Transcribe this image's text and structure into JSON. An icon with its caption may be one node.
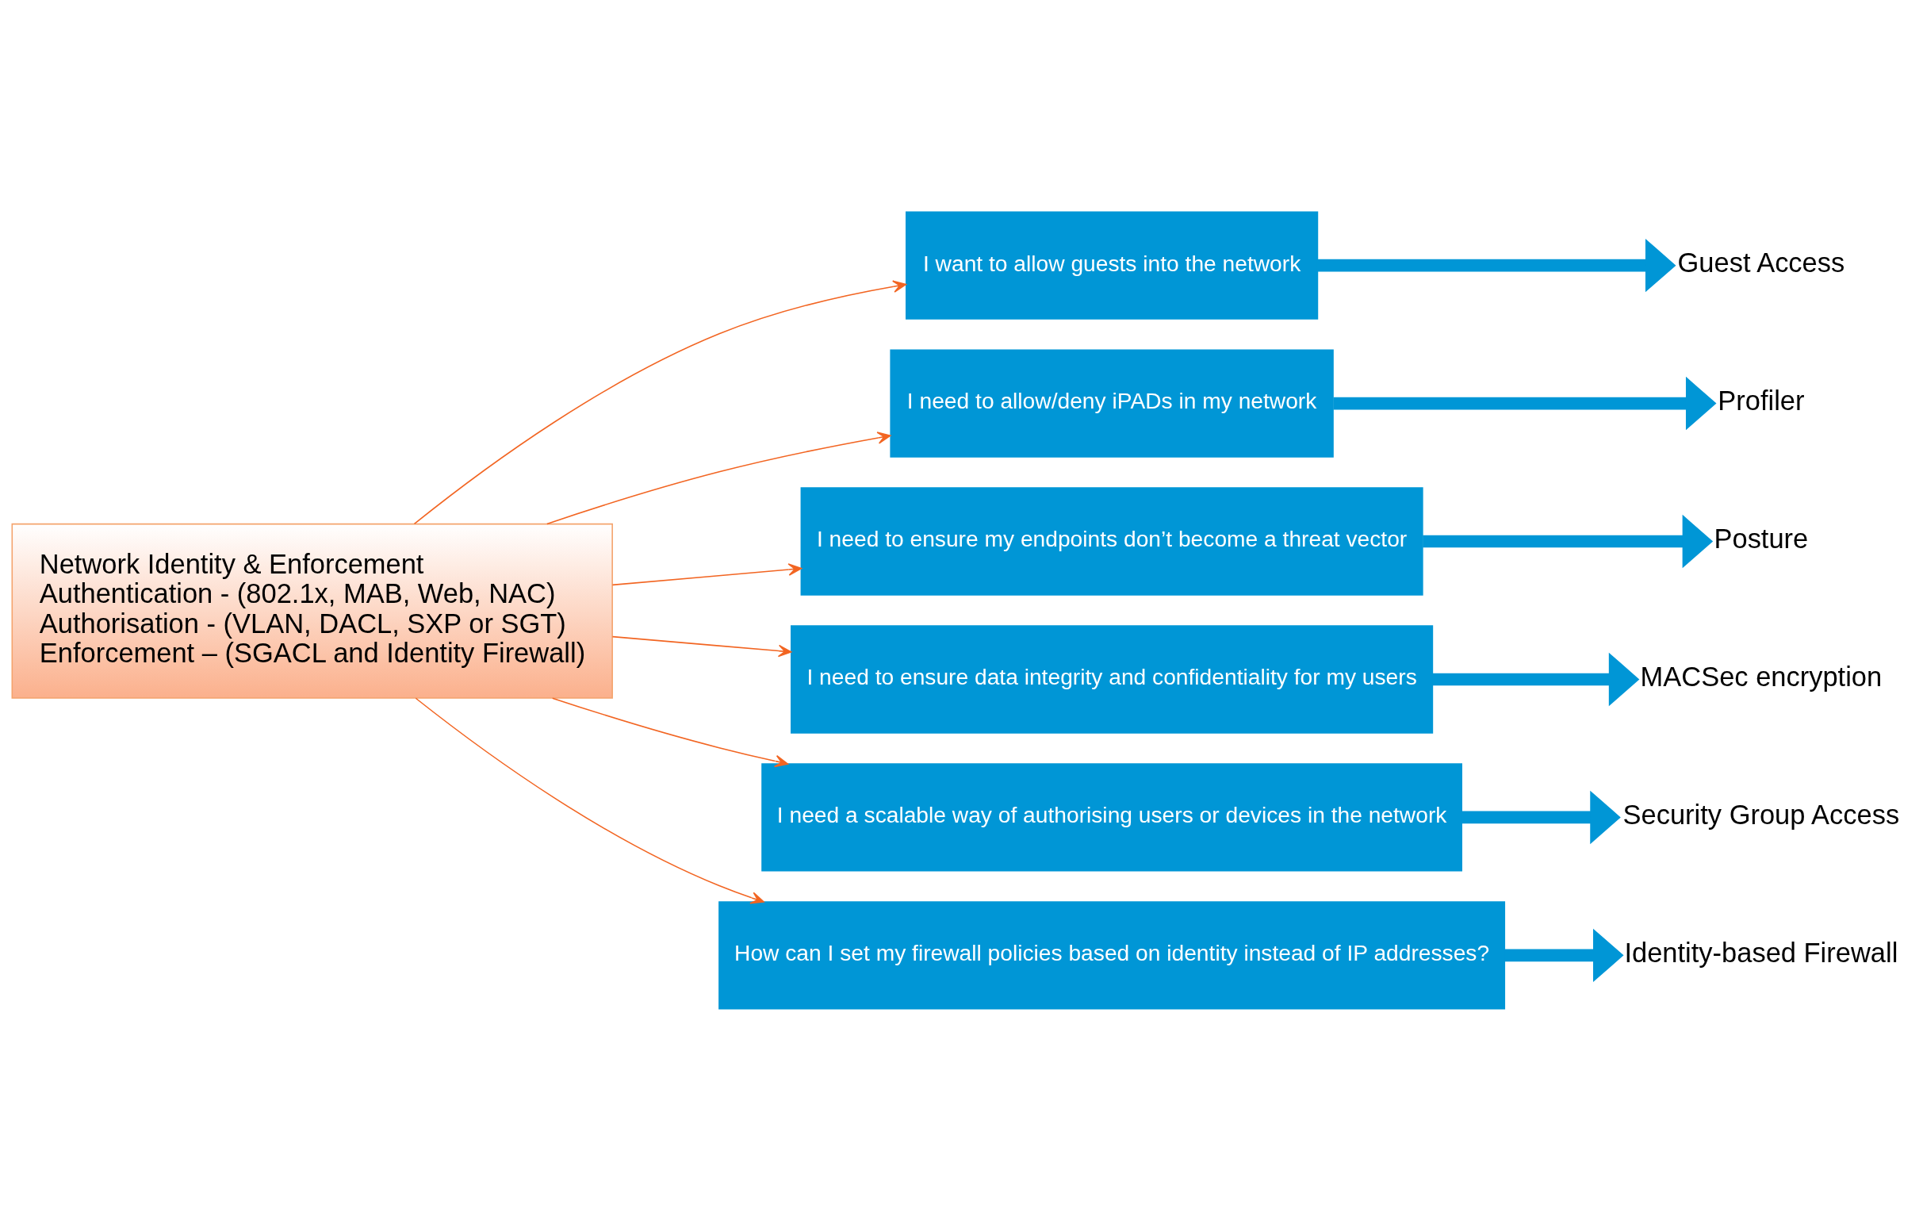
{
  "diagram": {
    "nodes": [
      {
        "text": [
          "Network Identity & Enforcement",
          "Authentication - (802.1x, MAB, Web, NAC)",
          "Authorisation - (VLAN, DACL, SXP or SGT)",
          "Enforcement – (SGACL and Identity Firewall)"
        ]
      },
      {
        "text": [
          "I want to allow guests into the network"
        ]
      },
      {
        "text": [
          "I need to allow/deny iPADs in my network"
        ]
      },
      {
        "text": [
          "I need to ensure my endpoints don’t become a threat vector"
        ]
      },
      {
        "text": [
          "I need to ensure data integrity and confidentiality for my users"
        ]
      },
      {
        "text": [
          "I need a scalable way of authorising users or devices in the network"
        ]
      },
      {
        "text": [
          "How can I set my firewall policies based on identity instead of IP addresses?"
        ]
      },
      {
        "text": [
          "Guest Access"
        ]
      },
      {
        "text": [
          "Profiler"
        ]
      },
      {
        "text": [
          "Posture"
        ]
      },
      {
        "text": [
          "MACSec encryption"
        ]
      },
      {
        "text": [
          "Security Group Access"
        ]
      },
      {
        "text": [
          "Identity-based Firewall"
        ]
      }
    ],
    "edges": [
      {
        "from": 0,
        "to": 1,
        "arrow": "to",
        "color": "#f26522"
      },
      {
        "from": 0,
        "to": 2,
        "arrow": "to",
        "color": "#f26522"
      },
      {
        "from": 0,
        "to": 3,
        "arrow": "to",
        "color": "#f26522"
      },
      {
        "from": 0,
        "to": 4,
        "arrow": "to",
        "color": "#f26522"
      },
      {
        "from": 0,
        "to": 5,
        "arrow": "to",
        "color": "#f26522"
      },
      {
        "from": 0,
        "to": 6,
        "arrow": "to",
        "color": "#f26522"
      },
      {
        "from": 1,
        "to": 7,
        "arrow": "to",
        "style": "thick",
        "color": "#0096d6"
      },
      {
        "from": 2,
        "to": 8,
        "arrow": "to",
        "style": "thick",
        "color": "#0096d6"
      },
      {
        "from": 3,
        "to": 9,
        "arrow": "to",
        "style": "thick",
        "color": "#0096d6"
      },
      {
        "from": 4,
        "to": 10,
        "arrow": "to",
        "style": "thick",
        "color": "#0096d6"
      },
      {
        "from": 5,
        "to": 11,
        "arrow": "to",
        "style": "thick",
        "color": "#0096d6"
      },
      {
        "from": 6,
        "to": 12,
        "arrow": "to",
        "style": "thick",
        "color": "#0096d6"
      }
    ]
  }
}
